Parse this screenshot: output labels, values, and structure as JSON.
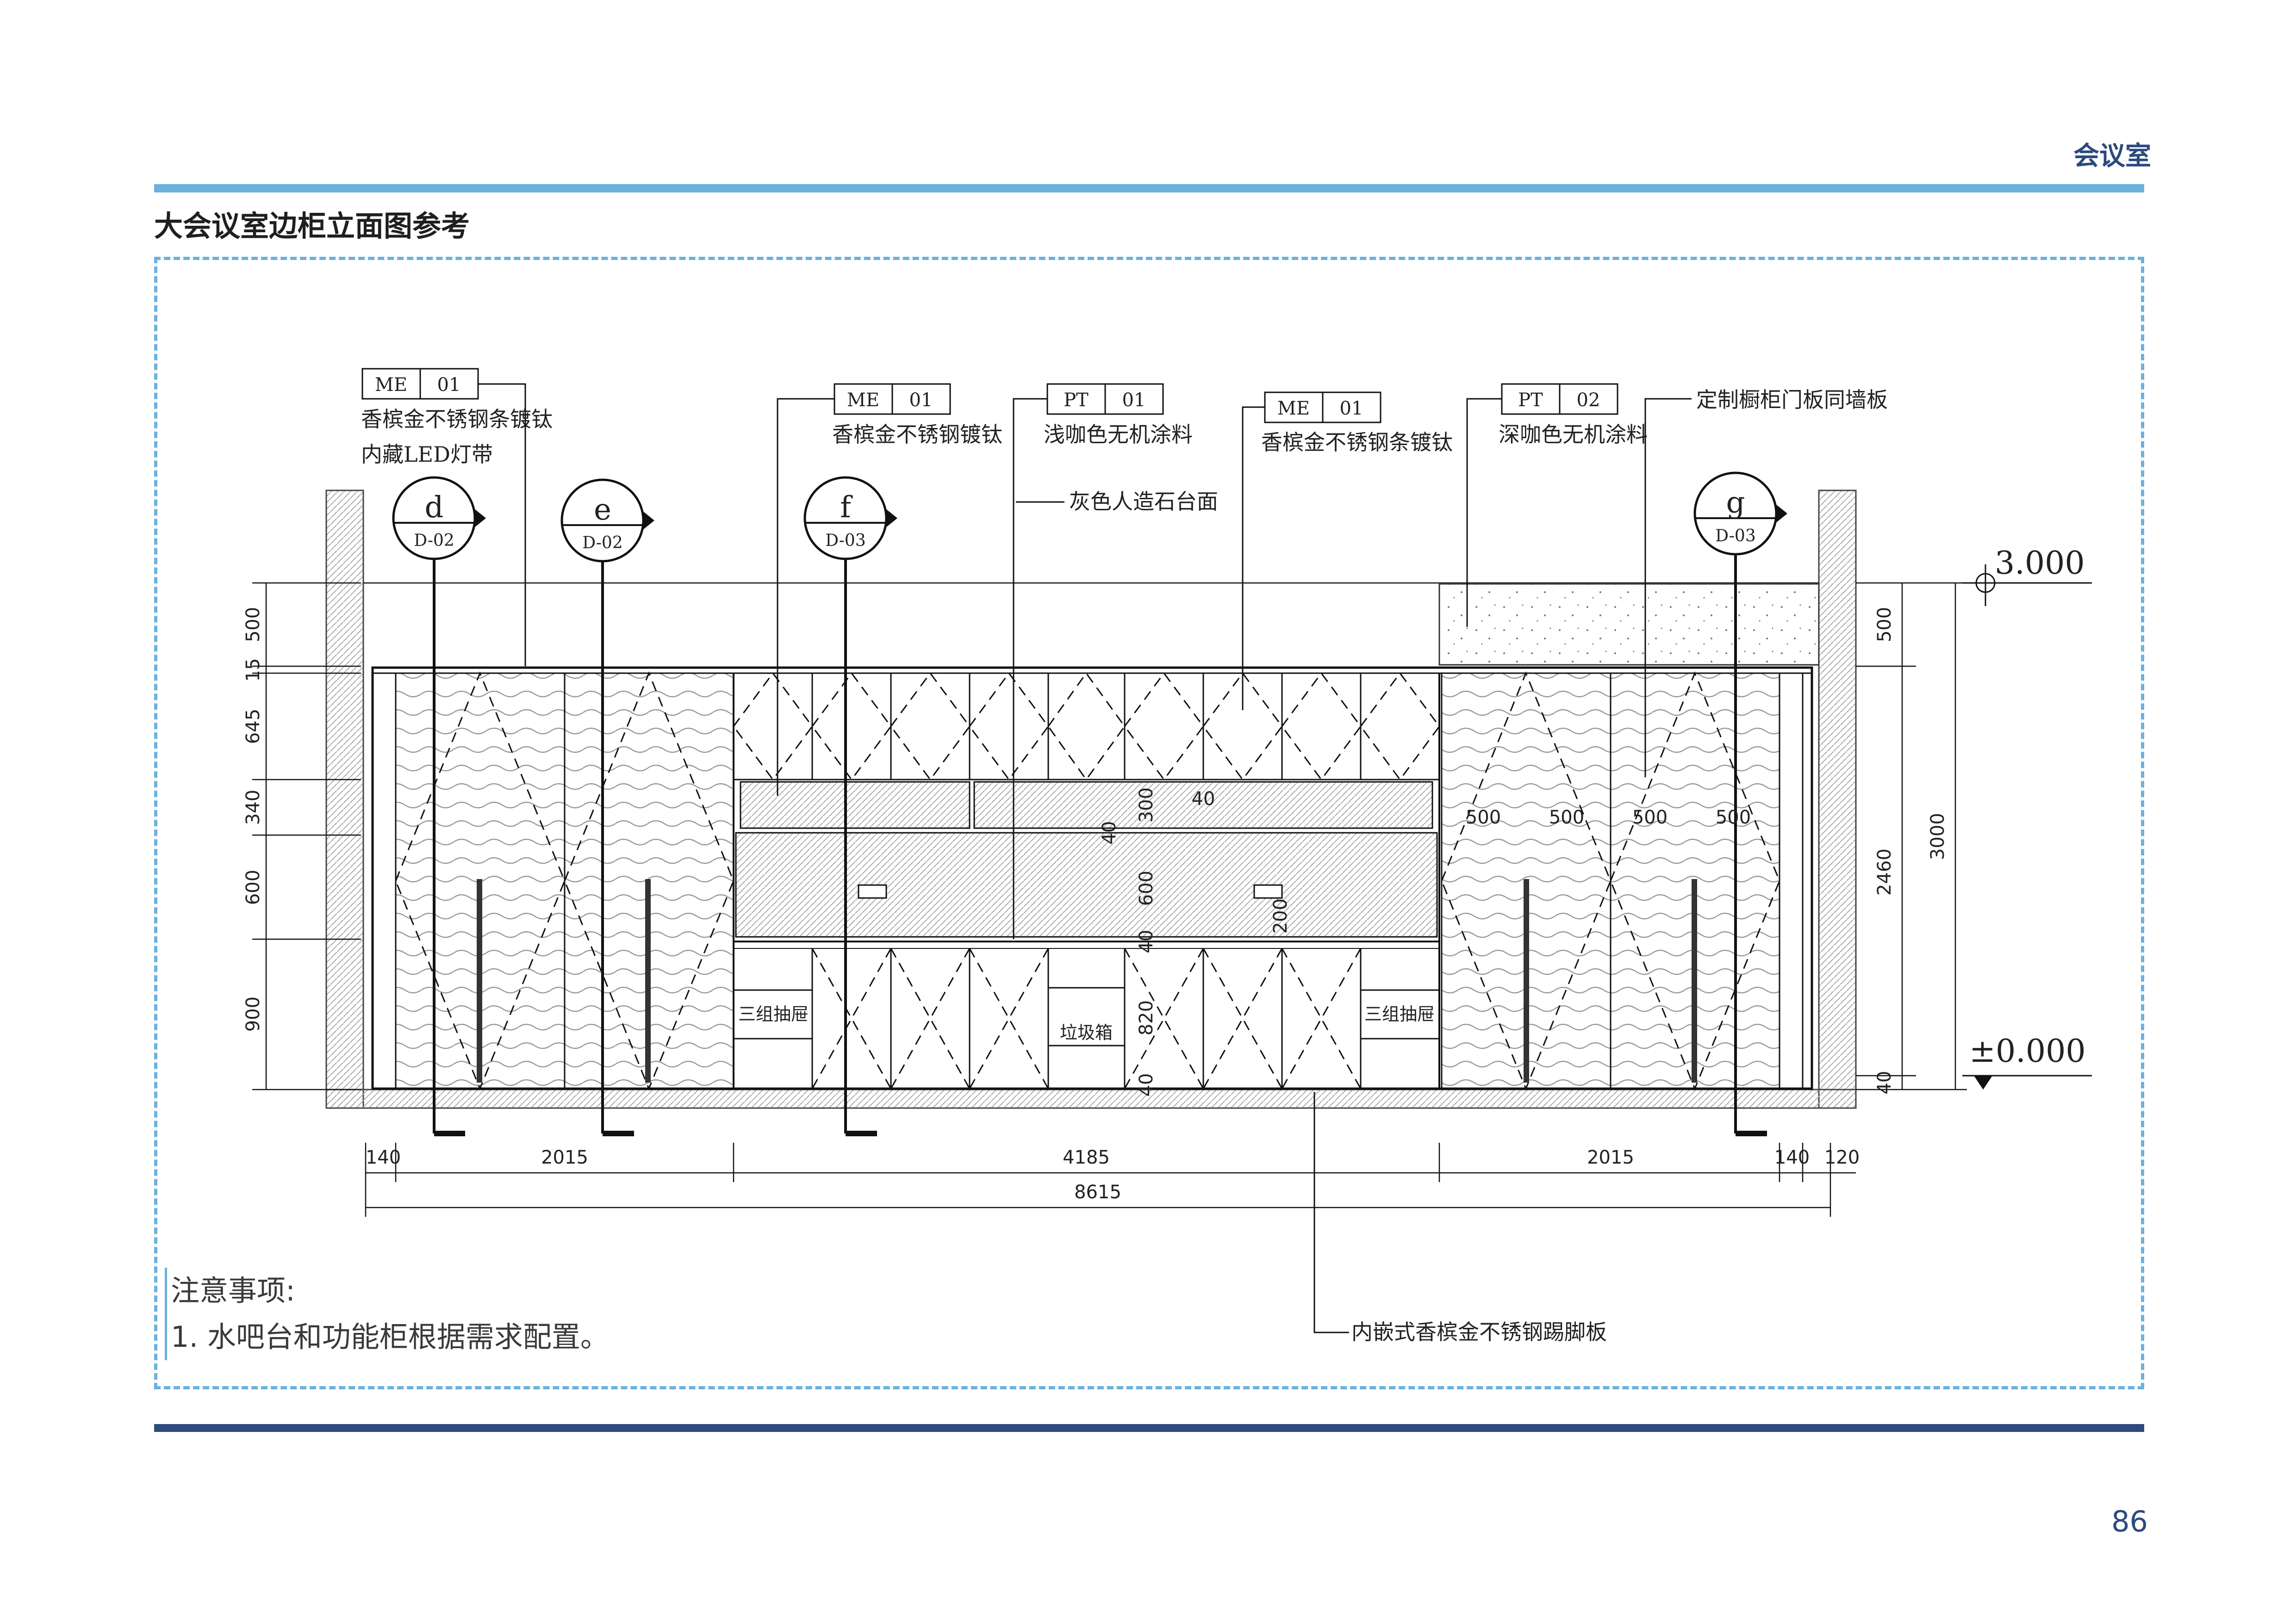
{
  "header": {
    "section": "会议室",
    "title": "大会议室边柜立面图参考"
  },
  "footer": {
    "page_number": "86"
  },
  "notes": {
    "title": "注意事项:",
    "items": [
      "1. 水吧台和功能柜根据需求配置。"
    ]
  },
  "tags": [
    {
      "code": "ME",
      "num": "01",
      "lines": [
        "香槟金不锈钢条镀钛",
        "内藏LED灯带"
      ]
    },
    {
      "code": "ME",
      "num": "01",
      "lines": [
        "香槟金不锈钢镀钛"
      ]
    },
    {
      "code": "PT",
      "num": "01",
      "lines": [
        "浅咖色无机涂料"
      ]
    },
    {
      "code": "ME",
      "num": "01",
      "lines": [
        "香槟金不锈钢条镀钛"
      ]
    },
    {
      "code": "PT",
      "num": "02",
      "lines": [
        "深咖色无机涂料"
      ]
    }
  ],
  "callouts": {
    "door_panel": "定制橱柜门板同墙板",
    "countertop": "灰色人造石台面",
    "kickboard": "内嵌式香槟金不锈钢踢脚板",
    "drawers_left": "三组抽屉",
    "drawers_right": "三组抽屉",
    "trash": "垃圾箱"
  },
  "sections": [
    {
      "letter": "d",
      "ref": "D-02"
    },
    {
      "letter": "e",
      "ref": "D-02"
    },
    {
      "letter": "f",
      "ref": "D-03"
    },
    {
      "letter": "g",
      "ref": "D-03"
    }
  ],
  "levels": {
    "top": "3.000",
    "bottom": "±0.000"
  },
  "dims": {
    "left": [
      "500",
      "15",
      "645",
      "340",
      "600",
      "900"
    ],
    "right": [
      "500",
      "2460",
      "40",
      "3000"
    ],
    "bottom": [
      "140",
      "2015",
      "4185",
      "2015",
      "140",
      "120"
    ],
    "total": "8615",
    "inner": [
      "300",
      "40",
      "40",
      "600",
      "40",
      "200",
      "820",
      "40"
    ],
    "door_widths": [
      "500",
      "500",
      "500",
      "500"
    ]
  }
}
